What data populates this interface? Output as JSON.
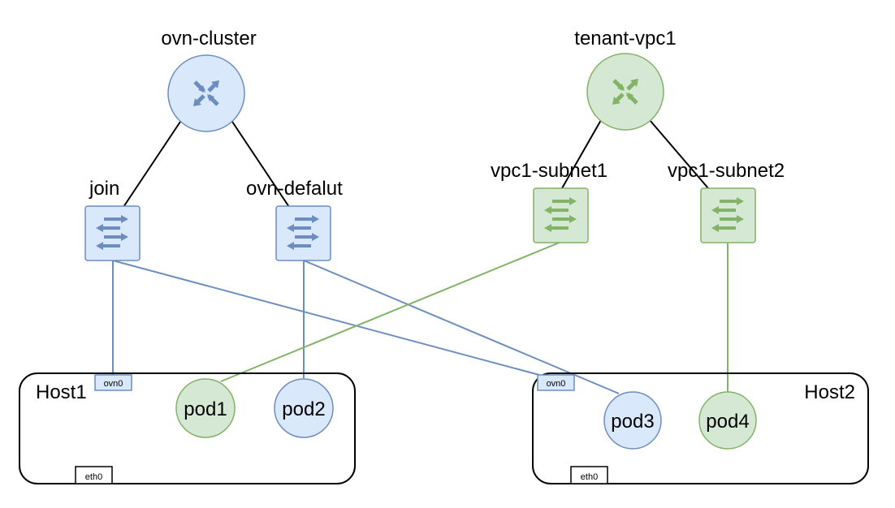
{
  "routers": [
    {
      "label": "ovn-cluster",
      "icon": "router-icon",
      "color": "blue"
    },
    {
      "label": "tenant-vpc1",
      "icon": "router-icon",
      "color": "green"
    }
  ],
  "switches": [
    {
      "label": "join",
      "icon": "switch-icon",
      "color": "blue"
    },
    {
      "label": "ovn-defalut",
      "icon": "switch-icon",
      "color": "blue"
    },
    {
      "label": "vpc1-subnet1",
      "icon": "switch-icon",
      "color": "green"
    },
    {
      "label": "vpc1-subnet2",
      "icon": "switch-icon",
      "color": "green"
    }
  ],
  "hosts": [
    {
      "label": "Host1",
      "port": "ovn0",
      "nic": "eth0"
    },
    {
      "label": "Host2",
      "port": "ovn0",
      "nic": "eth0"
    }
  ],
  "pods": [
    {
      "label": "pod1",
      "color": "green"
    },
    {
      "label": "pod2",
      "color": "blue"
    },
    {
      "label": "pod3",
      "color": "blue"
    },
    {
      "label": "pod4",
      "color": "green"
    }
  ],
  "colors": {
    "blue_fill": "#dae8fc",
    "blue_stroke": "#6c8ebf",
    "green_fill": "#d5e8d4",
    "green_stroke": "#82b366",
    "line": "#000000"
  }
}
